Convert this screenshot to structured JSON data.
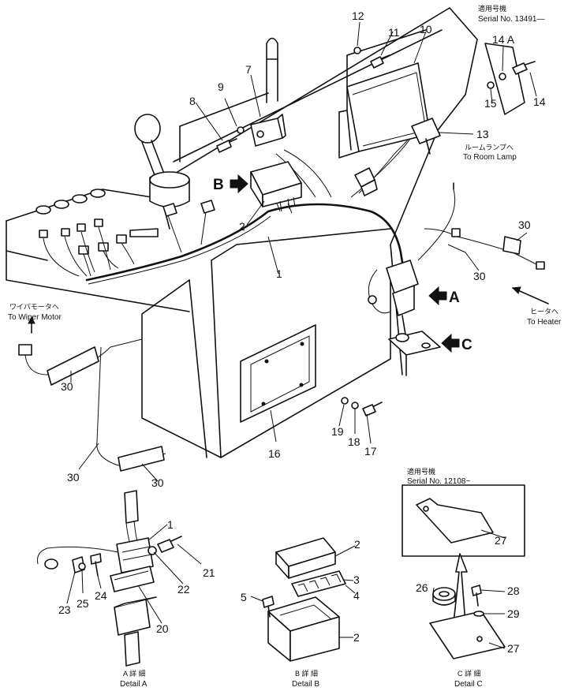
{
  "parts": {
    "p1": "1",
    "p2": "2",
    "p3": "3",
    "p4": "4",
    "p5": "5",
    "p7": "7",
    "p8": "8",
    "p9": "9",
    "p10": "10",
    "p11": "11",
    "p12": "12",
    "p13": "13",
    "p14": "14",
    "p14a": "14 A",
    "p15": "15",
    "p16": "16",
    "p17": "17",
    "p18": "18",
    "p19": "19",
    "p20": "20",
    "p21": "21",
    "p22": "22",
    "p23": "23",
    "p24": "24",
    "p25": "25",
    "p26": "26",
    "p27": "27",
    "p28": "28",
    "p29": "29",
    "p30": "30"
  },
  "views": {
    "a": "A",
    "b": "B",
    "c": "C"
  },
  "notes": {
    "serial_jp": "適用号機",
    "serial_top": "Serial No. 13491—",
    "serial_mid": "Serial No. 12108~",
    "room_lamp_jp": "ルームランプへ",
    "room_lamp_en": "To Room Lamp",
    "heater_jp": "ヒータへ",
    "heater_en": "To Heater",
    "wiper_jp": "ワイパモータへ",
    "wiper_en": "To Wiper Motor"
  },
  "details": {
    "a_jp": "A 詳 細",
    "a_en": "Detail A",
    "b_jp": "B 詳 細",
    "b_en": "Detail B",
    "c_jp": "C 詳 細",
    "c_en": "Detail C"
  }
}
